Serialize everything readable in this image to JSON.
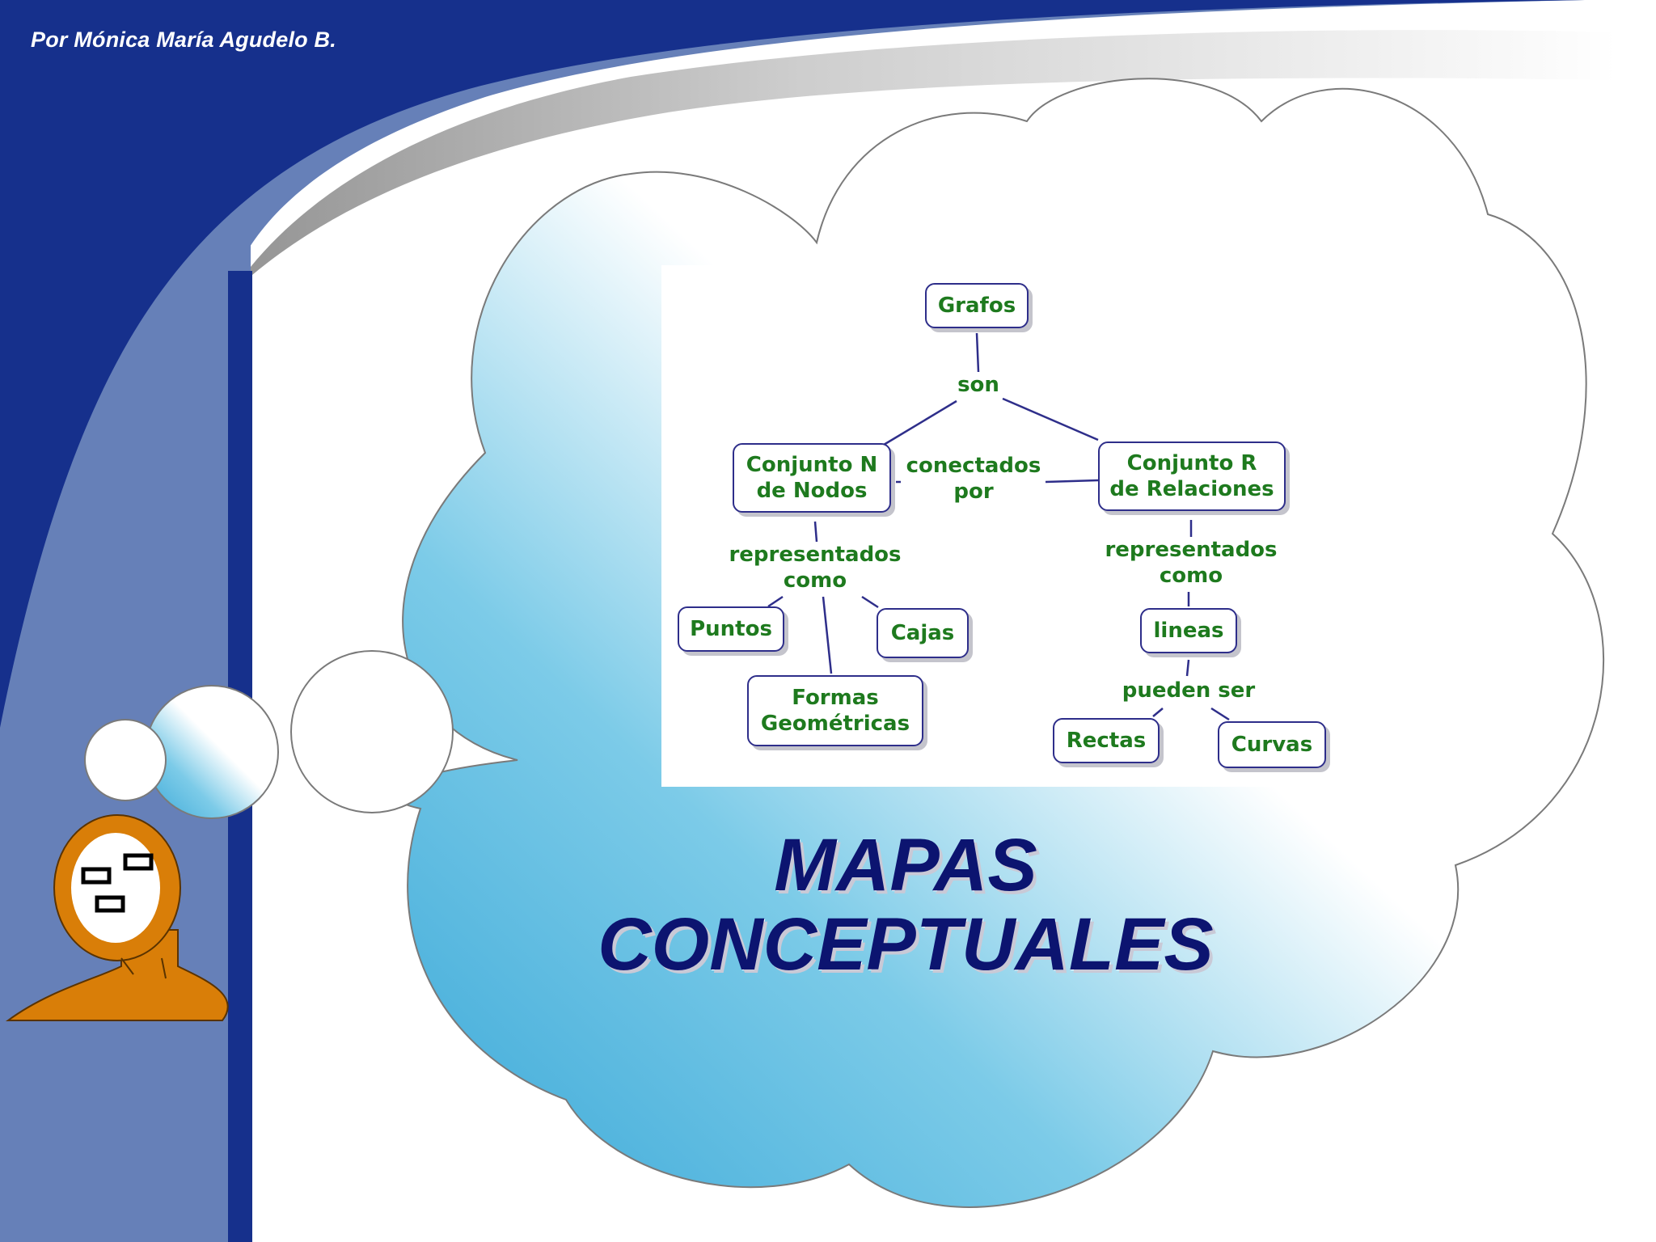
{
  "author": "Por Mónica María Agudelo B.",
  "title": {
    "line1": "MAPAS",
    "line2": "CONCEPTUALES"
  },
  "concept_map": {
    "nodes": {
      "grafos": "Grafos",
      "conjunto_n": "Conjunto N\nde Nodos",
      "conjunto_r": "Conjunto R\nde Relaciones",
      "puntos": "Puntos",
      "cajas": "Cajas",
      "formas": "Formas\nGeométricas",
      "lineas": "lineas",
      "rectas": "Rectas",
      "curvas": "Curvas"
    },
    "links": {
      "son": "son",
      "conectados_por": "conectados\npor",
      "representados_n": "representados\ncomo",
      "representados_r": "representados\ncomo",
      "pueden_ser": "pueden ser"
    }
  },
  "colors": {
    "blue_dark": "#16308c",
    "blue_mid": "#6b84bb",
    "node_border": "#2e2e8a",
    "node_text": "#1e7a1e",
    "title": "#0c1470",
    "head": "#d97e08"
  }
}
